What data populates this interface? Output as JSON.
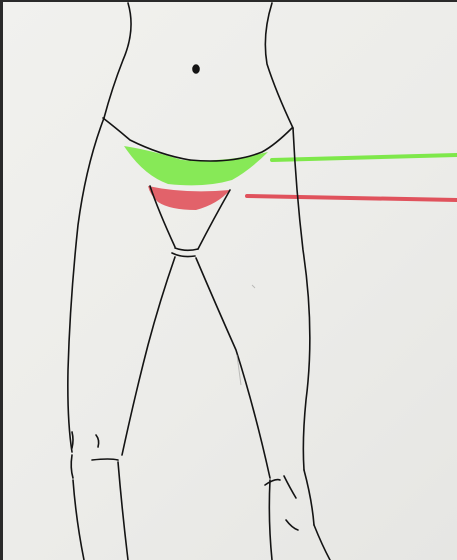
{
  "colors": {
    "paper": "#eeeeeb",
    "ink": "#141414",
    "upper_marker": "#7ee84a",
    "lower_marker": "#e0525c"
  },
  "drawing": {
    "figure": "hand-drawn-torso-and-legs",
    "upper_highlight": "green-band",
    "lower_highlight": "red-band",
    "pointer_lines": [
      "green-line",
      "red-line"
    ]
  }
}
